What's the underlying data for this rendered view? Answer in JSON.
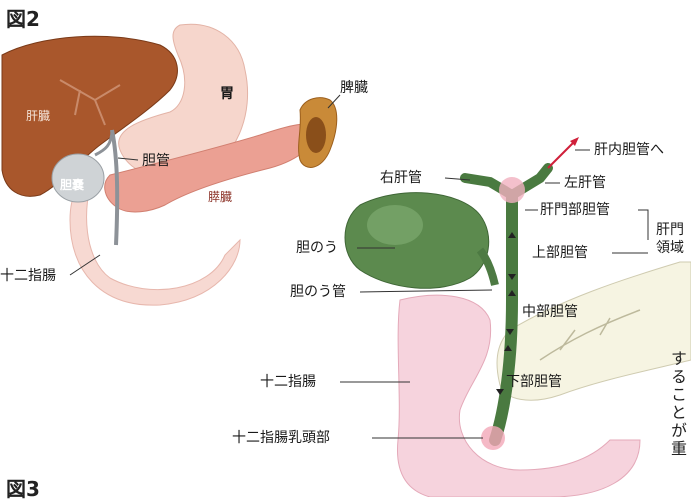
{
  "figure_title": "図2",
  "figure_next_partial": "図3",
  "fig_a": {
    "liver": "肝臓",
    "stomach": "胃",
    "spleen": "脾臓",
    "bile_duct": "胆管",
    "pancreas": "膵臓",
    "gallbladder": "胆嚢",
    "duodenum": "十二指腸"
  },
  "fig_b": {
    "intrahepatic_duct": "肝内胆管へ",
    "right_hepatic_duct": "右肝管",
    "left_hepatic_duct": "左肝管",
    "hilar_bile_duct": "肝門部胆管",
    "hilar_region_partial": "肝門",
    "hilar_region_partial_2": "領域",
    "gallbladder": "胆のう",
    "upper_bile_duct": "上部胆管",
    "cystic_duct": "胆のう管",
    "middle_bile_duct": "中部胆管",
    "duodenum": "十二指腸",
    "lower_bile_duct": "下部胆管",
    "papilla": "十二指腸乳頭部"
  },
  "side_text": "することが重"
}
